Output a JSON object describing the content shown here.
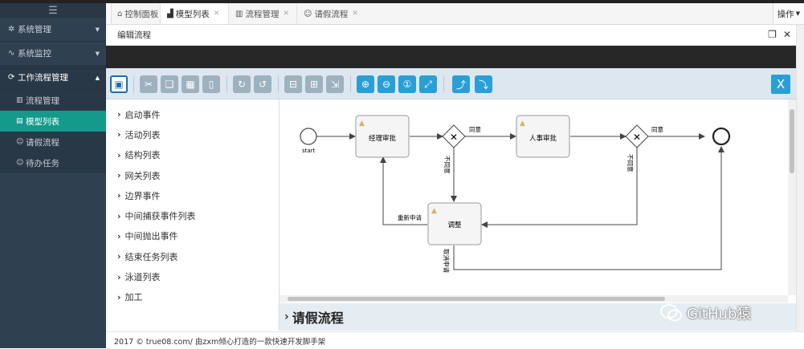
{
  "sidebar": {
    "toggle_icon": "hamburger-icon",
    "groups": [
      {
        "label": "系统管理",
        "icon": "gear-icon"
      },
      {
        "label": "系统监控",
        "icon": "pulse-icon"
      },
      {
        "label": "工作流程管理",
        "icon": "refresh-icon"
      }
    ],
    "subitems": [
      {
        "label": "流程管理",
        "icon": "building-icon"
      },
      {
        "label": "模型列表",
        "icon": "doc-icon"
      },
      {
        "label": "请假流程",
        "icon": "smile-icon"
      },
      {
        "label": "待办任务",
        "icon": "smile-icon"
      }
    ]
  },
  "tabs": [
    {
      "label": "控制面板",
      "icon": "home-icon"
    },
    {
      "label": "模型列表",
      "icon": "chart-icon"
    },
    {
      "label": "流程管理",
      "icon": "building-icon"
    },
    {
      "label": "请假流程",
      "icon": "smile-icon"
    }
  ],
  "operations_label": "操作",
  "panel": {
    "title": "编辑流程"
  },
  "toolbar": {
    "close_label": "X"
  },
  "palette": [
    "启动事件",
    "活动列表",
    "结构列表",
    "网关列表",
    "边界事件",
    "中间捕获事件列表",
    "中间抛出事件",
    "结束任务列表",
    "泳道列表",
    "加工"
  ],
  "diagram": {
    "start_label": "start",
    "task1": "经理审批",
    "task2": "人事审批",
    "task3": "调整",
    "flow_agree1": "同意",
    "flow_agree2": "同意",
    "flow_reject1": "不同意",
    "flow_reject2": "不同意",
    "flow_resubmit": "重新申请",
    "flow_cancel": "取消申请"
  },
  "properties_title": "请假流程",
  "watermark": "GitHub猿",
  "footer": "2017 © true08.com/ 由zxm倾心打造的一款快速开发脚手架"
}
